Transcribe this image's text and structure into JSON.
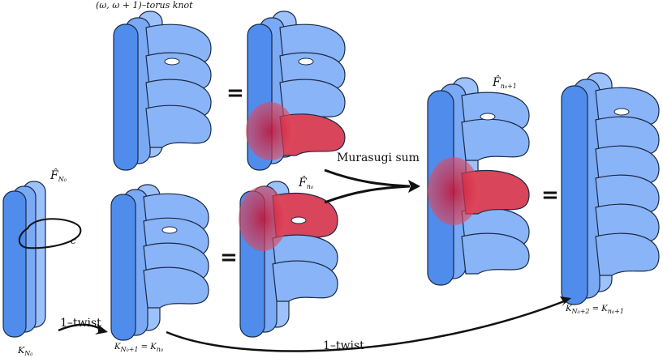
{
  "labels": {
    "torus_knot": "(ω, ω + 1)–torus knot",
    "f_hat_N0": "F̂",
    "f_hat_N0_sub": "N₀",
    "c_label": "c",
    "k_N0": "K",
    "k_N0_sub": "N₀",
    "f_hat_n0": "F̂",
    "f_hat_n0_sub": "n₀",
    "f_hat_n0_plus1": "F̂",
    "f_hat_n0_plus1_sub": "n₀+1",
    "k_N0_plus1": "K",
    "k_N0_plus1_sub": "N₀+1",
    "k_n0": "= K",
    "k_n0_sub": "n₀",
    "k_N0_plus2": "K",
    "k_N0_plus2_sub": "N₀+2",
    "k_n0_plus1": "= K",
    "k_n0_plus1_sub": "n₀+1",
    "murasugi_sum": "Murasugi sum",
    "one_twist_a": "1–twist",
    "one_twist_b": "1–twist",
    "equals": "="
  },
  "colors": {
    "blue_light": "#8ab4f8",
    "blue_mid": "#5b95ef",
    "blue_dark": "#2f6fe0",
    "red": "#d9455a",
    "red_dark": "#b8102c"
  }
}
